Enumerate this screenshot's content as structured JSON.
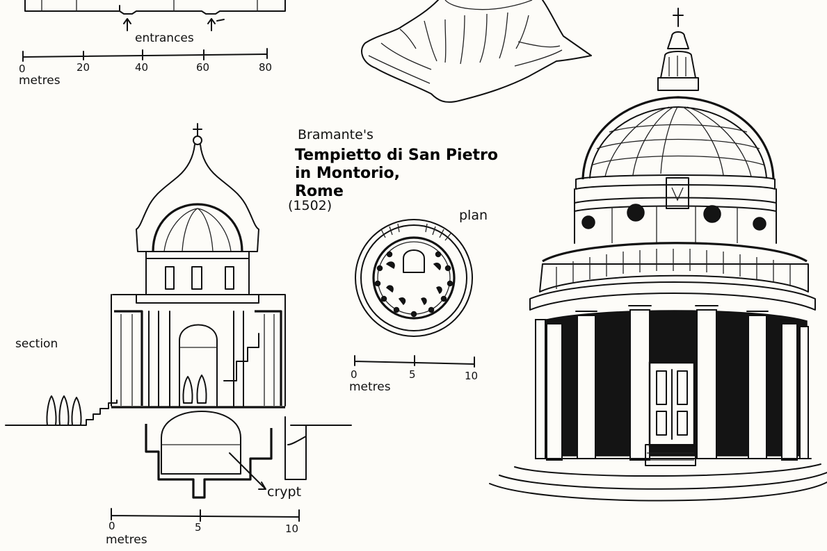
{
  "title": {
    "architect": "Bramante's",
    "line1": "Tempietto di San Pietro",
    "line2": "in Montorio,",
    "line3": "Rome",
    "date": "(1502)"
  },
  "labels": {
    "plan": "plan",
    "section": "section",
    "crypt": "crypt",
    "entrances": "entrances"
  },
  "scales": {
    "top": {
      "ticks": [
        "0",
        "20",
        "40",
        "60",
        "80"
      ],
      "unit": "metres"
    },
    "plan": {
      "ticks": [
        "0",
        "5",
        "10"
      ],
      "unit": "metres"
    },
    "section": {
      "ticks": [
        "0",
        "5",
        "10"
      ],
      "unit": "metres"
    }
  }
}
